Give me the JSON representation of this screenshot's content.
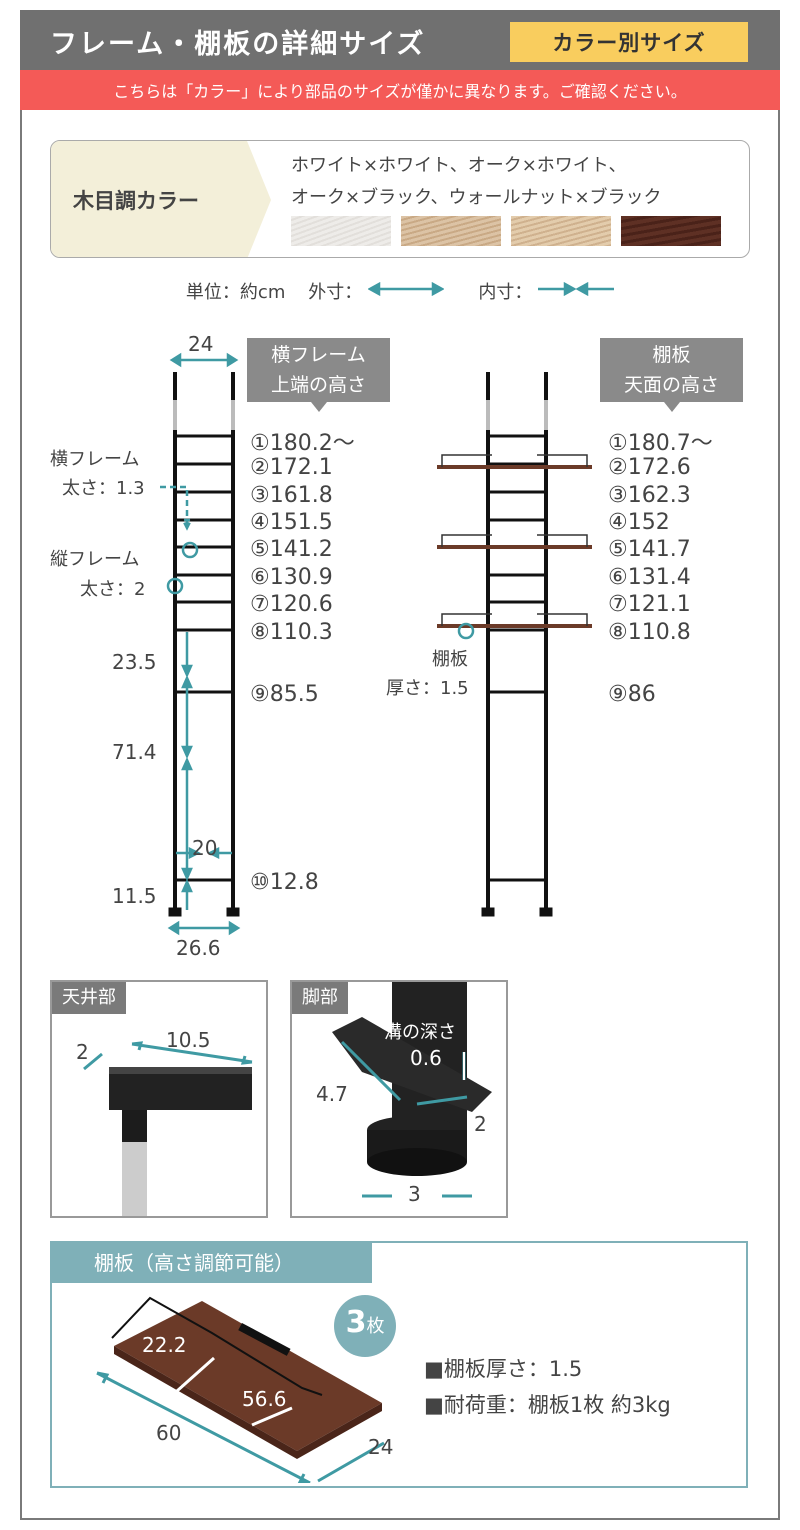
{
  "header": {
    "title": "フレーム・棚板の詳細サイズ",
    "badge": "カラー別サイズ"
  },
  "notice": "こちらは「カラー」により部品のサイズが僅かに異なります。ご確認ください。",
  "color_panel": {
    "label": "木目調カラー",
    "line1": "ホワイト×ホワイト、オーク×ホワイト、",
    "line2": "オーク×ブラック、ウォールナット×ブラック",
    "swatches": [
      "#e9e6e2",
      "#d7bc9c",
      "#dcc4a3",
      "#5a2e22"
    ]
  },
  "units": {
    "unit": "単位：約cm",
    "outer": "外寸：",
    "inner": "内寸："
  },
  "accent": "#3f9aa3",
  "left_diagram": {
    "callout_line1": "横フレーム",
    "callout_line2": "上端の高さ",
    "width_top": "24",
    "width_bottom": "26.6",
    "inner_width": "20",
    "heights": [
      "①180.2～",
      "②172.1",
      "③161.8",
      "④151.5",
      "⑤141.2",
      "⑥130.9",
      "⑦120.6",
      "⑧110.3",
      "⑨85.5",
      "⑩12.8"
    ],
    "hframe_label1": "横フレーム",
    "hframe_label2": "太さ：1.3",
    "vframe_label1": "縦フレーム",
    "vframe_label2": "太さ：2",
    "gap1": "23.5",
    "gap2": "71.4",
    "gap3": "11.5"
  },
  "right_diagram": {
    "callout_line1": "棚板",
    "callout_line2": "天面の高さ",
    "heights": [
      "①180.7～",
      "②172.6",
      "③162.3",
      "④152",
      "⑤141.7",
      "⑥131.4",
      "⑦121.1",
      "⑧110.8",
      "⑨86"
    ],
    "shelf_label1": "棚板",
    "shelf_label2": "厚さ：1.5"
  },
  "ceiling": {
    "tag": "天井部",
    "w": "2",
    "l": "10.5"
  },
  "foot": {
    "tag": "脚部",
    "groove": "溝の深さ",
    "depth": "0.6",
    "h": "4.7",
    "w": "2",
    "d": "3"
  },
  "shelf": {
    "title": "棚板（高さ調節可能）",
    "count_num": "3",
    "count_unit": "枚",
    "inner_d": "22.2",
    "inner_w": "56.6",
    "w": "60",
    "d": "24",
    "spec1": "■棚板厚さ：1.5",
    "spec2": "■耐荷重：棚板1枚 約3kg"
  }
}
